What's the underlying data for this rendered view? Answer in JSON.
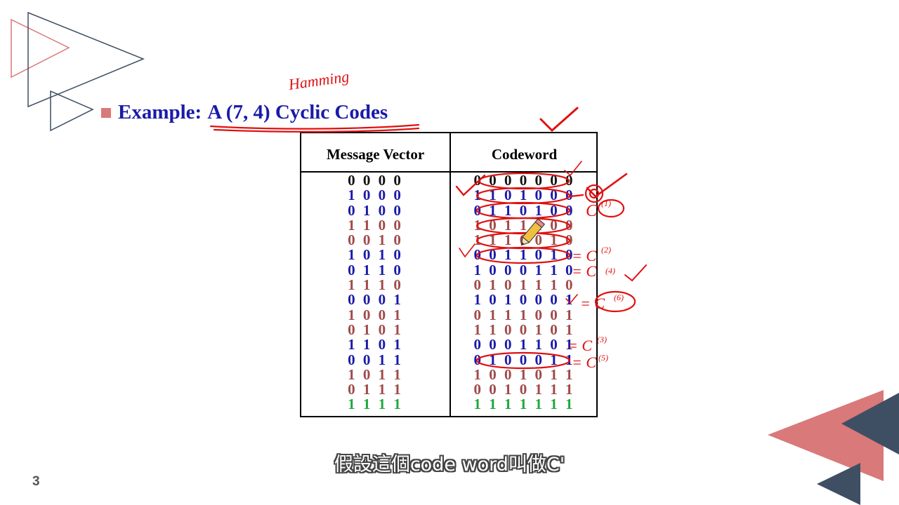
{
  "slide": {
    "title_prefix": "Example:",
    "title_underlined": "A (7, 4) Cyclic Codes",
    "page_number": "3",
    "subtitle": "假設這個code word叫做C'"
  },
  "table": {
    "headers": {
      "message": "Message Vector",
      "codeword": "Codeword"
    },
    "rows": [
      {
        "message": "0 0 0 0",
        "codeword": "0 0 0 0 0 0 0",
        "color": "#111111"
      },
      {
        "message": "1 0 0 0",
        "codeword": "1 1 0 1 0 0 0",
        "color": "#1a1aa8"
      },
      {
        "message": "0 1 0 0",
        "codeword": "0 1 1 0 1 0 0",
        "color": "#1a1aa8"
      },
      {
        "message": "1 1 0 0",
        "codeword": "1 0 1 1 1 0 0",
        "color": "#a04a4a"
      },
      {
        "message": "0 0 1 0",
        "codeword": "1 1 1 0 0 1 0",
        "color": "#a04a4a"
      },
      {
        "message": "1 0 1 0",
        "codeword": "0 0 1 1 0 1 0",
        "color": "#1a1aa8"
      },
      {
        "message": "0 1 1 0",
        "codeword": "1 0 0 0 1 1 0",
        "color": "#1a1aa8"
      },
      {
        "message": "1 1 1 0",
        "codeword": "0 1 0 1 1 1 0",
        "color": "#a04a4a"
      },
      {
        "message": "0 0 0 1",
        "codeword": "1 0 1 0 0 0 1",
        "color": "#1a1aa8"
      },
      {
        "message": "1 0 0 1",
        "codeword": "0 1 1 1 0 0 1",
        "color": "#a04a4a"
      },
      {
        "message": "0 1 0 1",
        "codeword": "1 1 0 0 1 0 1",
        "color": "#a04a4a"
      },
      {
        "message": "1 1 0 1",
        "codeword": "0 0 0 1 1 0 1",
        "color": "#1a1aa8"
      },
      {
        "message": "0 0 1 1",
        "codeword": "0 1 0 0 0 1 1",
        "color": "#1a1aa8"
      },
      {
        "message": "1 0 1 1",
        "codeword": "1 0 0 1 0 1 1",
        "color": "#a04a4a"
      },
      {
        "message": "0 1 1 1",
        "codeword": "0 0 1 0 1 1 1",
        "color": "#a04a4a"
      },
      {
        "message": "1 1 1 1",
        "codeword": "1 1 1 1 1 1 1",
        "color": "#1ea83c"
      }
    ]
  },
  "annotations": {
    "hamming": "Hamming",
    "c1": "C",
    "c1_sup": "(1)",
    "c2": "= C",
    "c2_sup": "(2)",
    "c4": "= C",
    "c4_sup": "(4)",
    "c6": "= C",
    "c6_sup": "(6)",
    "c3": "= C",
    "c3_sup": "(3)",
    "c5": "= C",
    "c5_sup": "(5)",
    "ink_color": "#e01010"
  },
  "colors": {
    "title": "#1a1aa8",
    "bullet": "#d9797a",
    "deco_red": "#d9797a",
    "deco_navy": "#3e4f63"
  }
}
